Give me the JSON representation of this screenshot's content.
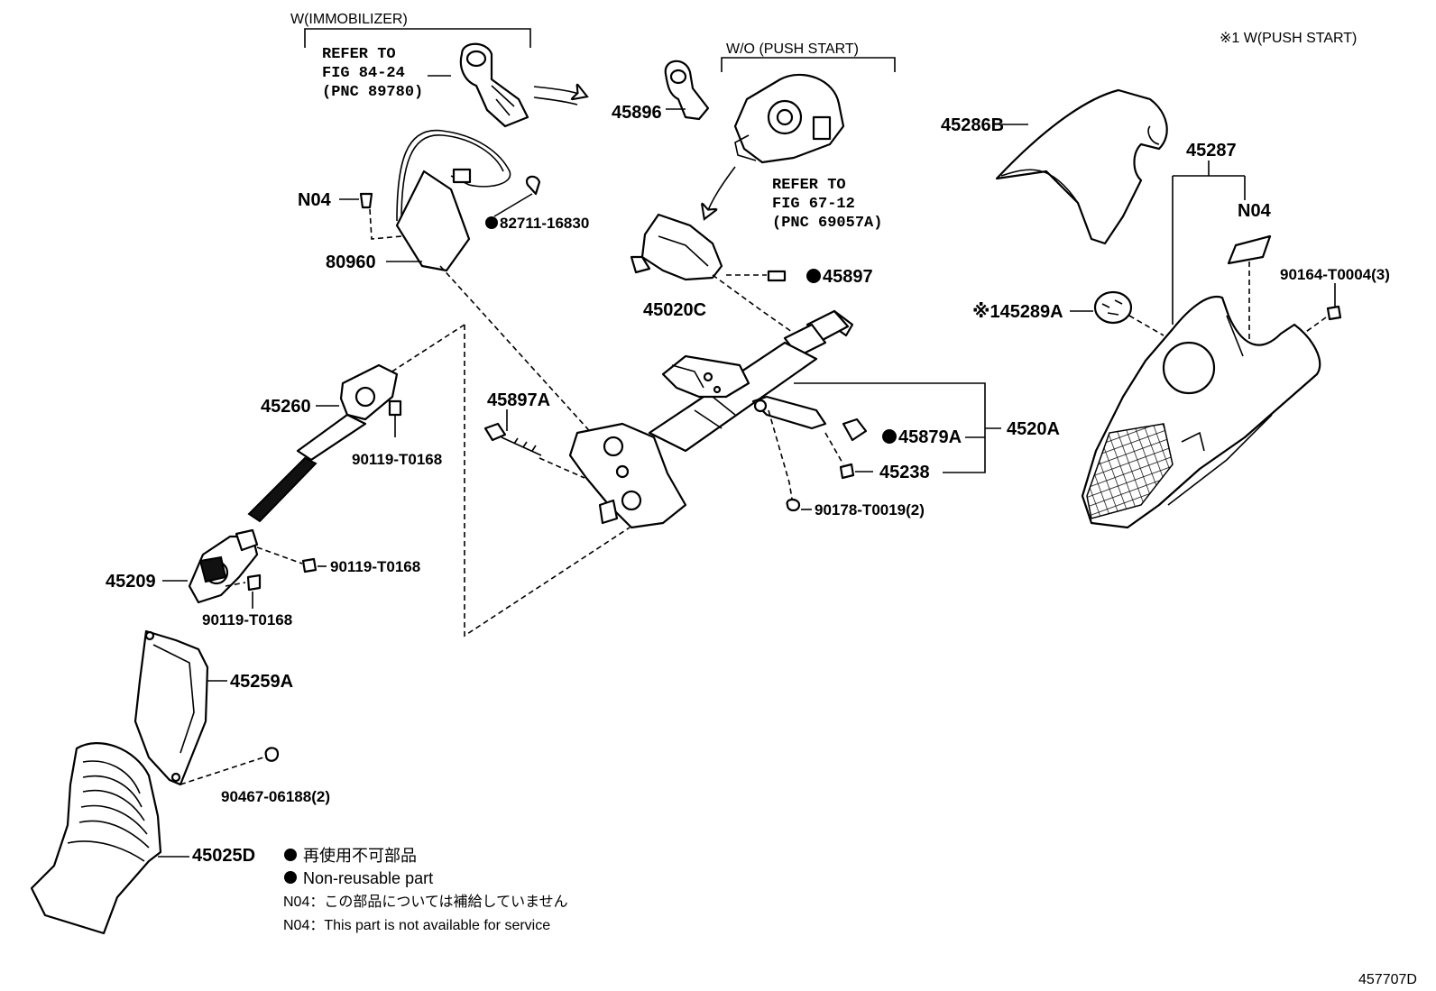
{
  "labels": {
    "w_immobilizer": "W(IMMOBILIZER)",
    "ref_fig84_1": "REFER TO",
    "ref_fig84_2": "FIG 84-24",
    "ref_fig84_3": "(PNC 89780)",
    "wo_push_start": "W/O (PUSH START)",
    "ref_fig67_1": "REFER TO",
    "ref_fig67_2": "FIG 67-12",
    "ref_fig67_3": "(PNC 69057A)",
    "w_push_start": "※1 W(PUSH START)",
    "p45896": "45896",
    "p45286B": "45286B",
    "p45287": "45287",
    "pN04_a": "N04",
    "pN04_b": "N04",
    "p82711": "82711-16830",
    "p80960": "80960",
    "p45897": "45897",
    "p45020C": "45020C",
    "p90164": "90164-T0004(3)",
    "p45289A": "※145289A",
    "p45260": "45260",
    "p45897A": "45897A",
    "p90119_a": "90119-T0168",
    "p45879A": "45879A",
    "p4520A": "4520A",
    "p45238": "45238",
    "p90178": "90178-T0019(2)",
    "p45209": "45209",
    "p90119_b": "90119-T0168",
    "p90119_c": "90119-T0168",
    "p45259A": "45259A",
    "p90467": "90467-06188(2)",
    "p45025D": "45025D",
    "diagram_id": "457707D"
  },
  "legend": {
    "non_reusable_jp": "再使用不可部品",
    "non_reusable_en": "Non-reusable part",
    "n04_jp": "N04：この部品については補給していません",
    "n04_en": "N04：This part is not available for service"
  }
}
